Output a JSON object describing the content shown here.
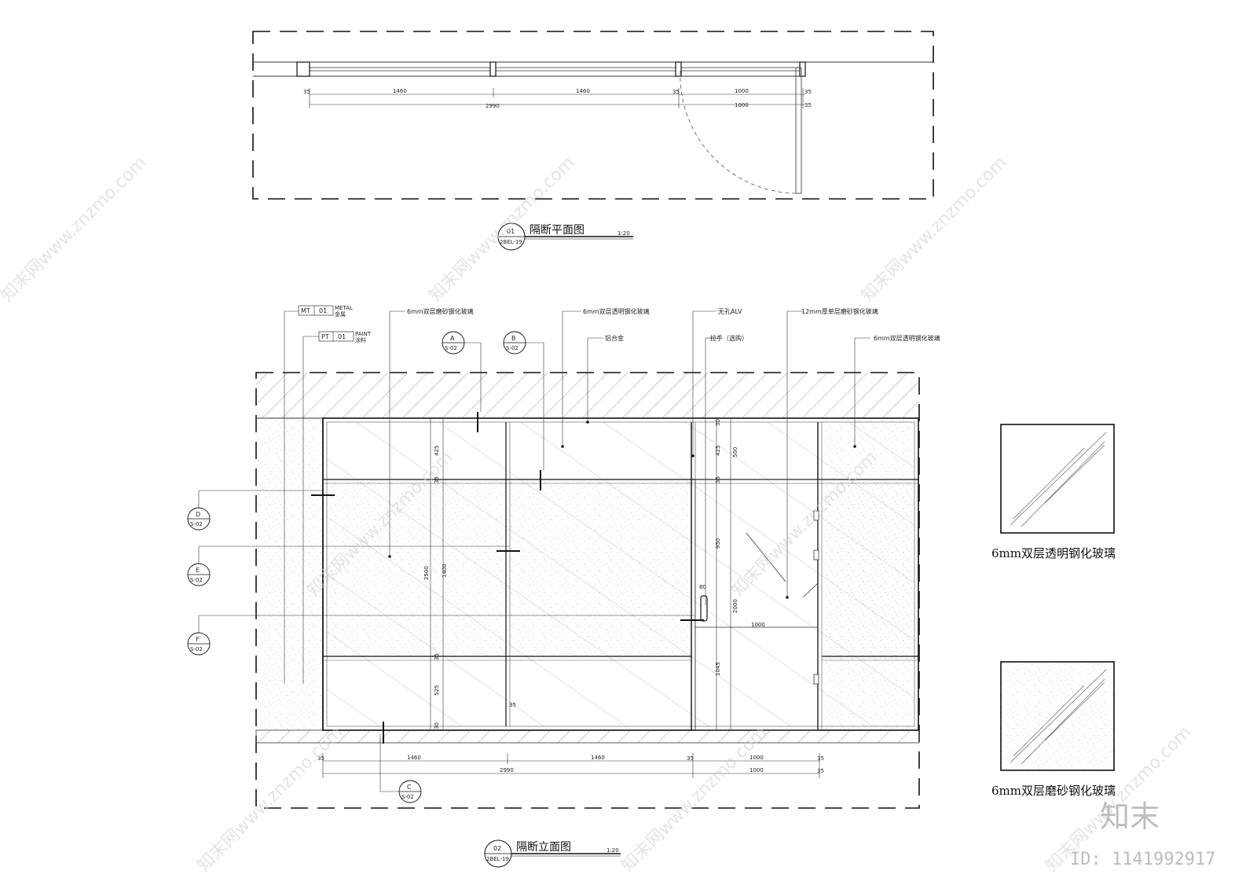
{
  "plan": {
    "title": "隔断平面图",
    "scale": "1:20",
    "ref_num": "01",
    "ref_sheet": "2BEL-19",
    "dims": {
      "seg1": "1460",
      "seg2": "1460",
      "seg3": "1000",
      "seg3b": "1000",
      "total": "2990",
      "gap": "35"
    }
  },
  "elevation": {
    "title": "隔断立面图",
    "scale": "1:20",
    "ref_num": "02",
    "ref_sheet": "2BEL-19",
    "tags": {
      "mt_code": "MT",
      "mt_num": "01",
      "mt_en": "METAL",
      "mt_cn": "金属",
      "pt_code": "PT",
      "pt_num": "01",
      "pt_en": "PAINT",
      "pt_cn": "涂料"
    },
    "callouts": {
      "frosted_double": "6mm双层磨砂钢化玻璃",
      "clear_double": "6mm双层透明钢化玻璃",
      "aluminum": "铝合金",
      "no_hole": "无孔ALV",
      "handle": "拉手（选购）",
      "frosted_single": "12mm厚单层磨砂钢化玻璃",
      "clear_double_2": "6mm双层透明钢化玻璃"
    },
    "section_marks": {
      "A": "A",
      "B": "B",
      "C": "C",
      "D": "D",
      "E": "E",
      "F": "F",
      "sheet": "S-02"
    },
    "vdims": {
      "h425": "425",
      "h35a": "35",
      "h1400": "1400",
      "h2500": "2500",
      "h35b": "35",
      "h525": "525",
      "h30a": "30",
      "h30b": "30",
      "h500": "500",
      "h950": "950",
      "h2000": "2000",
      "h1045": "1045",
      "h35c": "35",
      "w80": "80",
      "w1000": "1000"
    },
    "dims": {
      "seg1": "1460",
      "seg2": "1460",
      "seg3": "1000",
      "seg3b": "1000",
      "total": "2990",
      "gap": "35"
    }
  },
  "legend": {
    "clear_label": "6mm双层透明钢化玻璃",
    "frosted_label": "6mm双层磨砂钢化玻璃"
  },
  "watermark": {
    "text": "知末网www.znzmo.com",
    "brand": "知末",
    "id": "ID: 1141992917"
  }
}
